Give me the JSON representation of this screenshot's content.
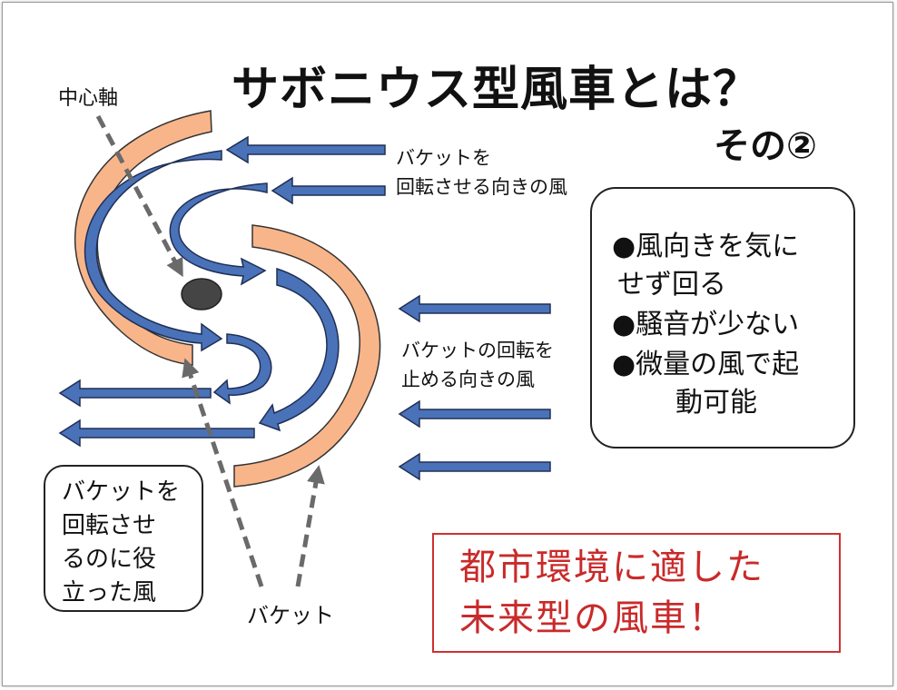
{
  "title": "サボニウス型風車とは？",
  "subtitle": "その②",
  "labels": {
    "center_axis": "中心軸",
    "wind_rotate": "バケットを\n回転させる向きの風",
    "wind_stop": "バケットの回転を\n止める向きの風",
    "bucket": "バケット"
  },
  "features": [
    "●風向きを気に",
    "せず回る",
    "●騒音が少ない",
    "●微量の風で起",
    "動可能"
  ],
  "useful_wind": "バケットを\n回転させ\nるのに役\n立った風",
  "conclusion": "都市環境に適した\n未来型の風車！",
  "colors": {
    "bucket_fill": "#f9b58a",
    "arrow_fill": "#4a72b8",
    "arrow_stroke": "#1f2f55",
    "axis_fill": "#454545",
    "conclusion_red": "#c92a2a"
  }
}
